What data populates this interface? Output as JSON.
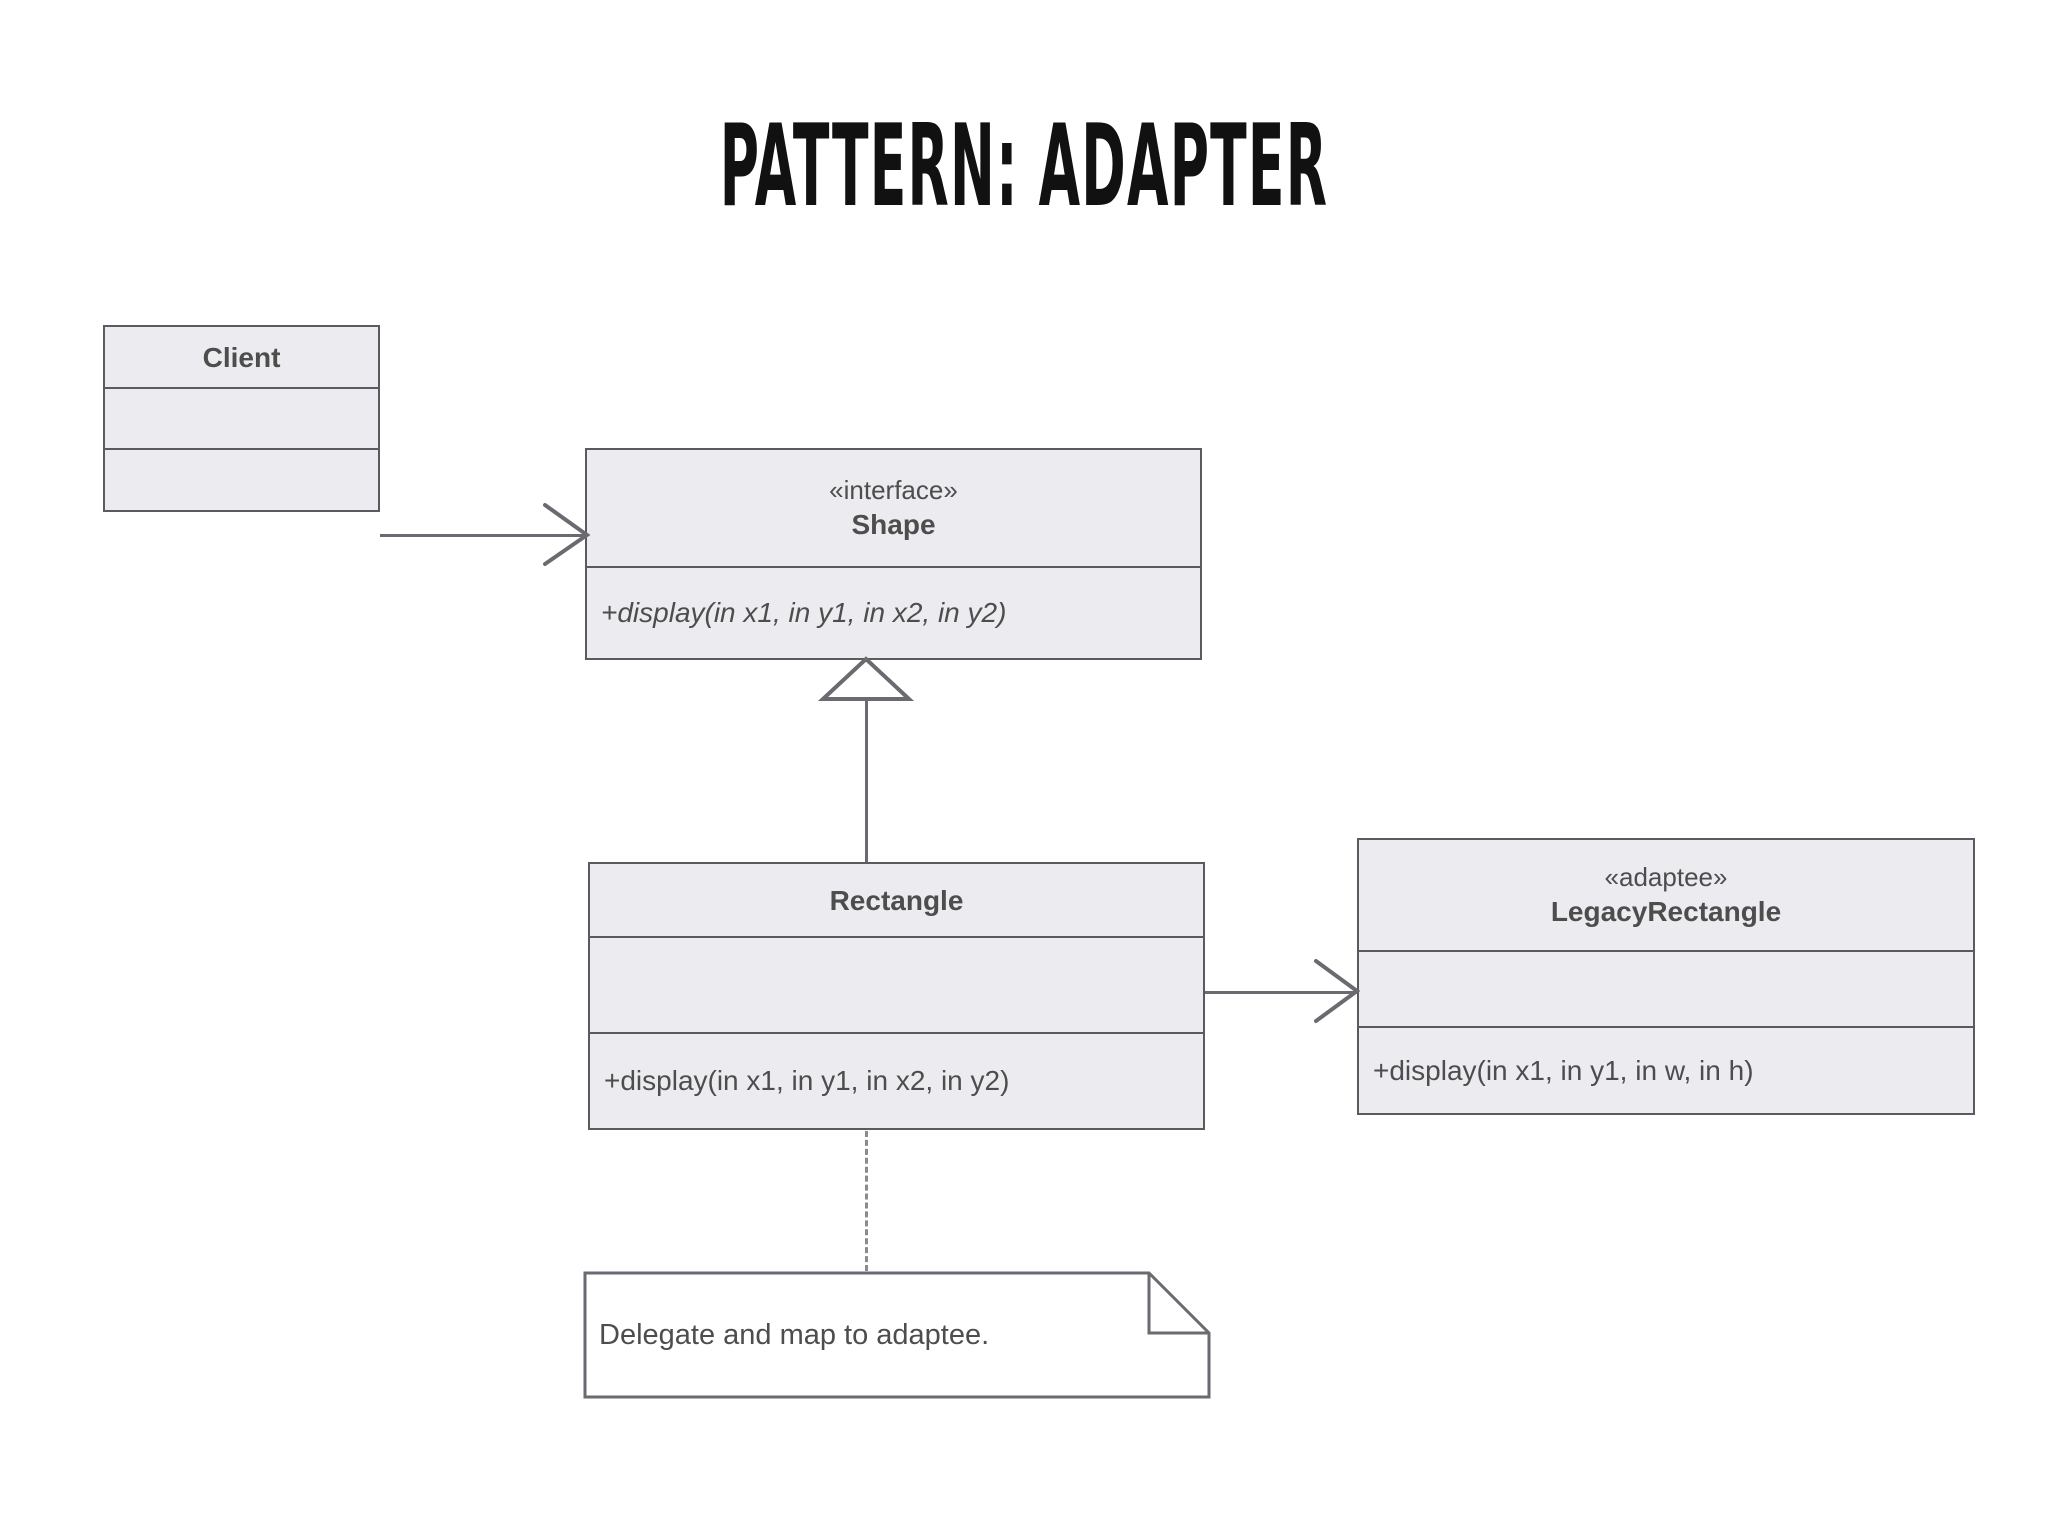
{
  "slide": {
    "title": "PATTERN: ADAPTER",
    "background_color": "#ffffff",
    "title_color": "#111111"
  },
  "theme": {
    "box_fill": "#ececf0",
    "box_border": "#5a5a5f",
    "text_color": "#4d4d4d",
    "connector_color": "#6a6a70",
    "note_fill": "#ffffff"
  },
  "classes": {
    "client": {
      "name": "Client",
      "stereotype": "",
      "attributes": "",
      "operations": ""
    },
    "shape": {
      "stereotype": "«interface»",
      "name": "Shape",
      "operations": "+display(in x1, in y1, in x2, in y2)",
      "operations_abstract": true
    },
    "rectangle": {
      "name": "Rectangle",
      "stereotype": "",
      "attributes": "",
      "operations": "+display(in x1, in y1, in x2, in y2)",
      "operations_abstract": false
    },
    "legacy_rectangle": {
      "stereotype": "«adaptee»",
      "name": "LegacyRectangle",
      "attributes": "",
      "operations": "+display(in x1, in y1, in w, in h)",
      "operations_abstract": false
    }
  },
  "note": {
    "text": "Delegate and map to adaptee."
  },
  "relationships": [
    {
      "id": "client-to-shape",
      "from": "Client",
      "to": "Shape",
      "type": "association",
      "arrowhead": "open"
    },
    {
      "id": "rectangle-to-shape",
      "from": "Rectangle",
      "to": "Shape",
      "type": "generalization",
      "arrowhead": "hollow-triangle"
    },
    {
      "id": "rectangle-to-legacyrectangle",
      "from": "Rectangle",
      "to": "LegacyRectangle",
      "type": "association",
      "arrowhead": "open"
    },
    {
      "id": "rectangle-to-note",
      "from": "Rectangle",
      "to": "Note",
      "type": "note-anchor",
      "arrowhead": "none"
    }
  ]
}
